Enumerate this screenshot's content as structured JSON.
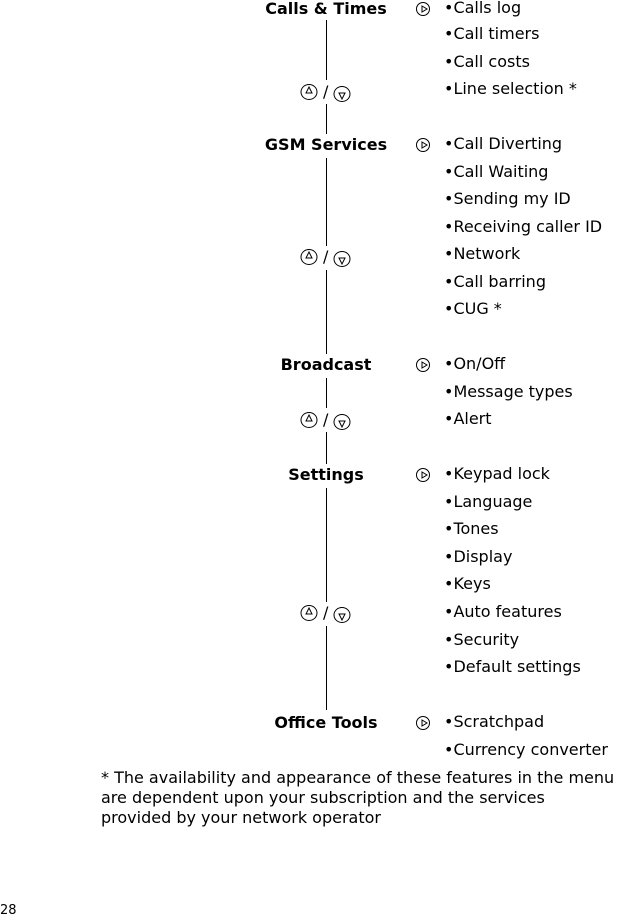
{
  "sections": [
    {
      "title": "Calls & Times",
      "items": [
        "•Calls log",
        "•Call timers",
        "•Call costs",
        "•Line selection *"
      ]
    },
    {
      "title": "GSM Services",
      "items": [
        "•Call Diverting",
        "•Call Waiting",
        "•Sending my ID",
        "•Receiving caller ID",
        "•Network",
        "•Call barring",
        "•CUG *"
      ]
    },
    {
      "title": "Broadcast",
      "items": [
        "•On/Off",
        "•Message types",
        "•Alert"
      ]
    },
    {
      "title": "Settings",
      "items": [
        "•Keypad lock",
        "•Language",
        "•Tones",
        "•Display",
        "•Keys",
        "•Auto features",
        "•Security",
        "•Default settings"
      ]
    },
    {
      "title": "Office Tools",
      "items": [
        "•Scratchpad",
        "•Currency converter"
      ]
    }
  ],
  "nav_separator": "/",
  "footnote": "* The availability and appearance of these features in the menu are dependent upon your subscription and the services provided by your network operator",
  "page_number": "28"
}
